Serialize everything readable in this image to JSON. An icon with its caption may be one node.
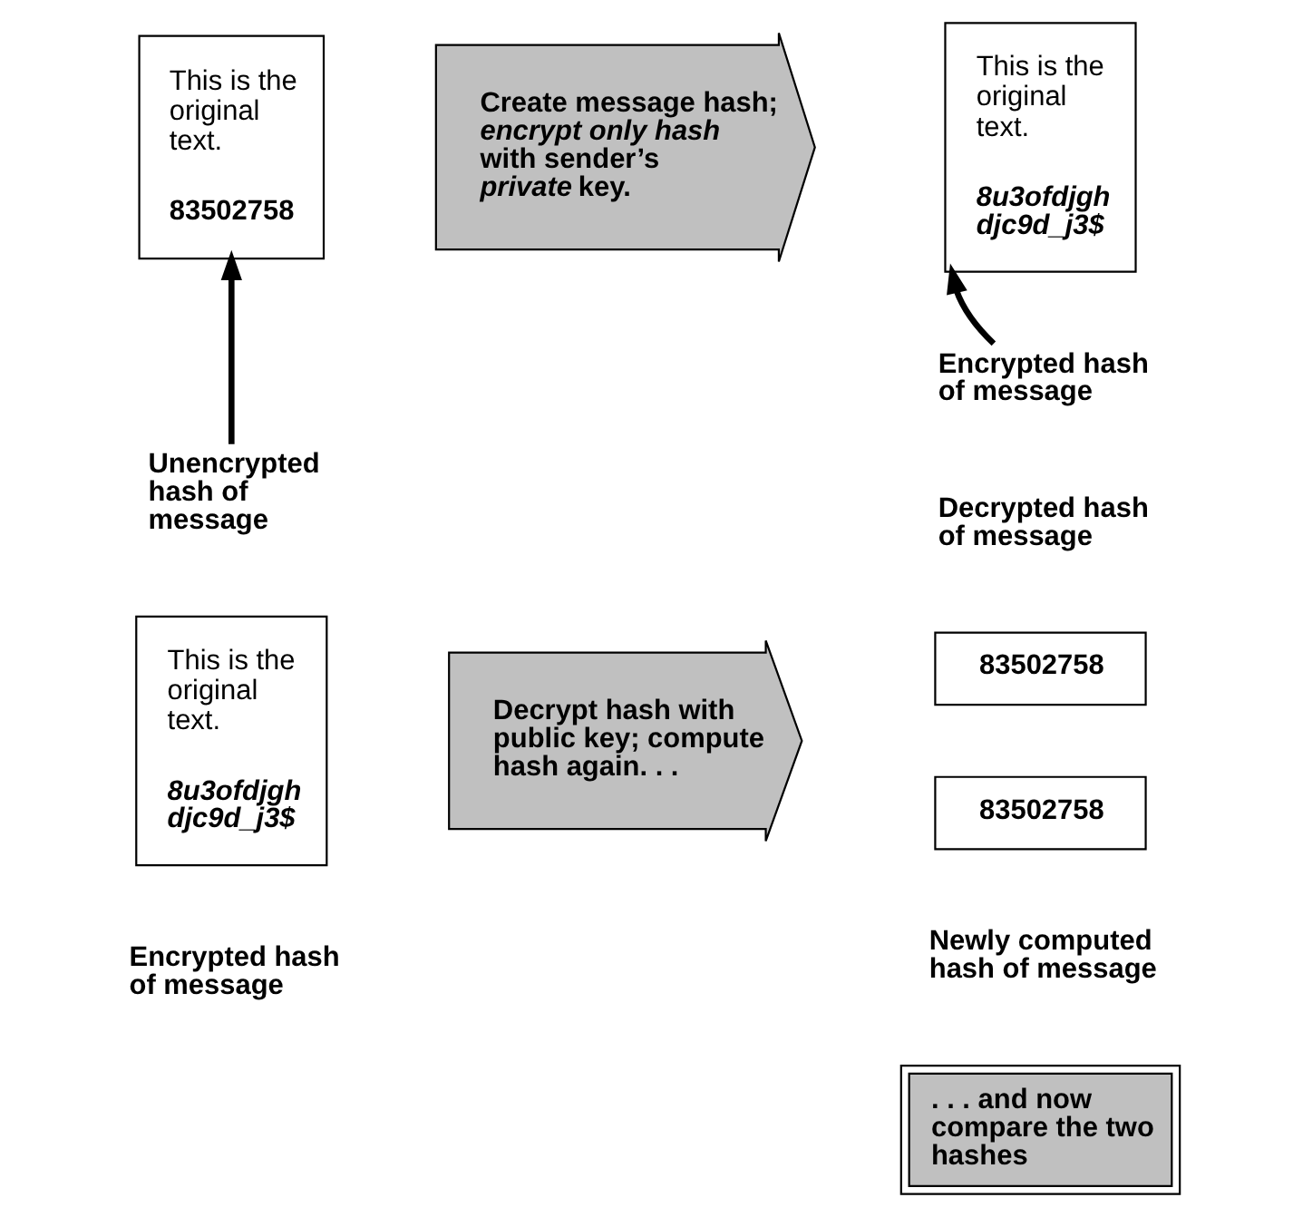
{
  "diagram": {
    "nodes": [
      {
        "text": [
          "This is the original text.",
          "83502758"
        ]
      },
      {
        "text": [
          "Create message hash; *encrypt only hash* with sender’s *private* key."
        ]
      },
      {
        "text": [
          "This is the original text.",
          "8u3ofdjgh djc9d_j3$"
        ]
      },
      {
        "text": [
          "Unencrypted hash of message"
        ]
      },
      {
        "text": [
          "Encrypted hash of message"
        ]
      },
      {
        "text": [
          "This is the original text.",
          "8u3ofdjgh djc9d_j3$"
        ],
        "beside": [
          "Encrypted hash of message"
        ]
      },
      {
        "text": [
          "Decrypt hash with public key; compute hash again. . ."
        ]
      },
      {
        "text": [
          "83502758"
        ],
        "beside": [
          "Decrypted hash of message"
        ]
      },
      {
        "text": [
          "83502758"
        ],
        "beside": [
          "Newly computed hash of message"
        ]
      },
      {
        "text": [
          ". . . and now compare the two hashes"
        ]
      }
    ],
    "edges": [
      {
        "from": 3,
        "to": 0,
        "arrow": "to"
      },
      {
        "from": 4,
        "to": 2,
        "arrow": "to"
      }
    ]
  }
}
